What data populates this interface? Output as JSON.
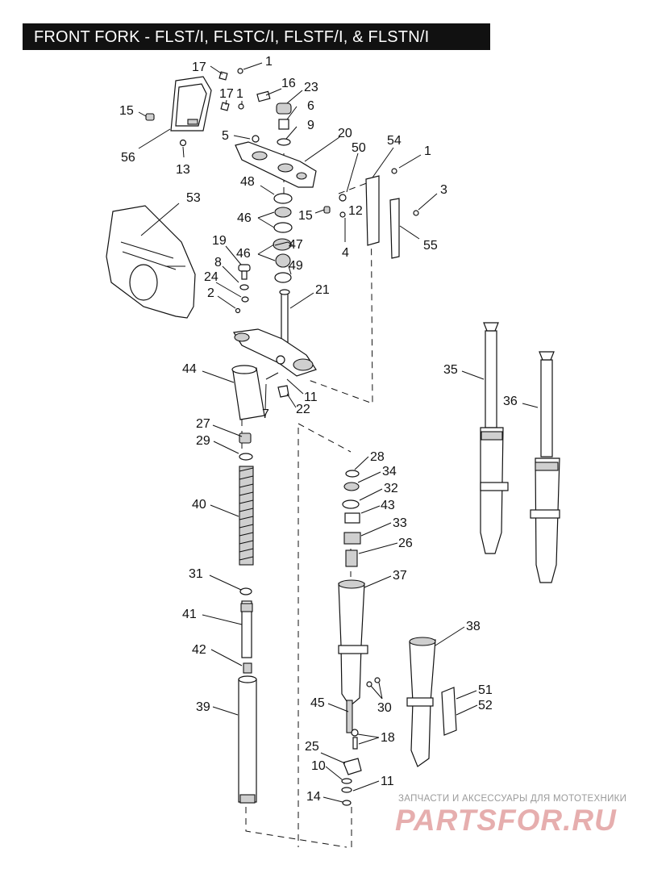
{
  "title": "FRONT FORK - FLST/I, FLSTC/I, FLSTF/I, & FLSTN/I",
  "callouts": [
    {
      "id": "c1a",
      "label": "1"
    },
    {
      "id": "c17a",
      "label": "17"
    },
    {
      "id": "c16",
      "label": "16"
    },
    {
      "id": "c23",
      "label": "23"
    },
    {
      "id": "c17b",
      "label": "17"
    },
    {
      "id": "c1b",
      "label": "1"
    },
    {
      "id": "c15a",
      "label": "15"
    },
    {
      "id": "c6",
      "label": "6"
    },
    {
      "id": "c9",
      "label": "9"
    },
    {
      "id": "c56",
      "label": "56"
    },
    {
      "id": "c5",
      "label": "5"
    },
    {
      "id": "c20",
      "label": "20"
    },
    {
      "id": "c13",
      "label": "13"
    },
    {
      "id": "c50",
      "label": "50"
    },
    {
      "id": "c54",
      "label": "54"
    },
    {
      "id": "c1c",
      "label": "1"
    },
    {
      "id": "c48",
      "label": "48"
    },
    {
      "id": "c3",
      "label": "3"
    },
    {
      "id": "c53",
      "label": "53"
    },
    {
      "id": "c46a",
      "label": "46"
    },
    {
      "id": "c15b",
      "label": "15"
    },
    {
      "id": "c12",
      "label": "12"
    },
    {
      "id": "c47",
      "label": "47"
    },
    {
      "id": "c55",
      "label": "55"
    },
    {
      "id": "c19",
      "label": "19"
    },
    {
      "id": "c46b",
      "label": "46"
    },
    {
      "id": "c4",
      "label": "4"
    },
    {
      "id": "c8",
      "label": "8"
    },
    {
      "id": "c49",
      "label": "49"
    },
    {
      "id": "c24",
      "label": "24"
    },
    {
      "id": "c21",
      "label": "21"
    },
    {
      "id": "c2",
      "label": "2"
    },
    {
      "id": "c35",
      "label": "35"
    },
    {
      "id": "c44",
      "label": "44"
    },
    {
      "id": "c36",
      "label": "36"
    },
    {
      "id": "c11a",
      "label": "11"
    },
    {
      "id": "c22",
      "label": "22"
    },
    {
      "id": "c7",
      "label": "7"
    },
    {
      "id": "c27",
      "label": "27"
    },
    {
      "id": "c29",
      "label": "29"
    },
    {
      "id": "c28",
      "label": "28"
    },
    {
      "id": "c34",
      "label": "34"
    },
    {
      "id": "c32",
      "label": "32"
    },
    {
      "id": "c40",
      "label": "40"
    },
    {
      "id": "c43",
      "label": "43"
    },
    {
      "id": "c33",
      "label": "33"
    },
    {
      "id": "c26",
      "label": "26"
    },
    {
      "id": "c31",
      "label": "31"
    },
    {
      "id": "c37",
      "label": "37"
    },
    {
      "id": "c41",
      "label": "41"
    },
    {
      "id": "c38",
      "label": "38"
    },
    {
      "id": "c42",
      "label": "42"
    },
    {
      "id": "c51",
      "label": "51"
    },
    {
      "id": "c52",
      "label": "52"
    },
    {
      "id": "c45",
      "label": "45"
    },
    {
      "id": "c30",
      "label": "30"
    },
    {
      "id": "c39",
      "label": "39"
    },
    {
      "id": "c18",
      "label": "18"
    },
    {
      "id": "c25",
      "label": "25"
    },
    {
      "id": "c10",
      "label": "10"
    },
    {
      "id": "c11b",
      "label": "11"
    },
    {
      "id": "c14",
      "label": "14"
    }
  ],
  "watermark": {
    "tagline": "ЗАПЧАСТИ И АКСЕССУАРЫ ДЛЯ МОТОТЕХНИКИ",
    "logo": "PARTSFOR.RU"
  }
}
